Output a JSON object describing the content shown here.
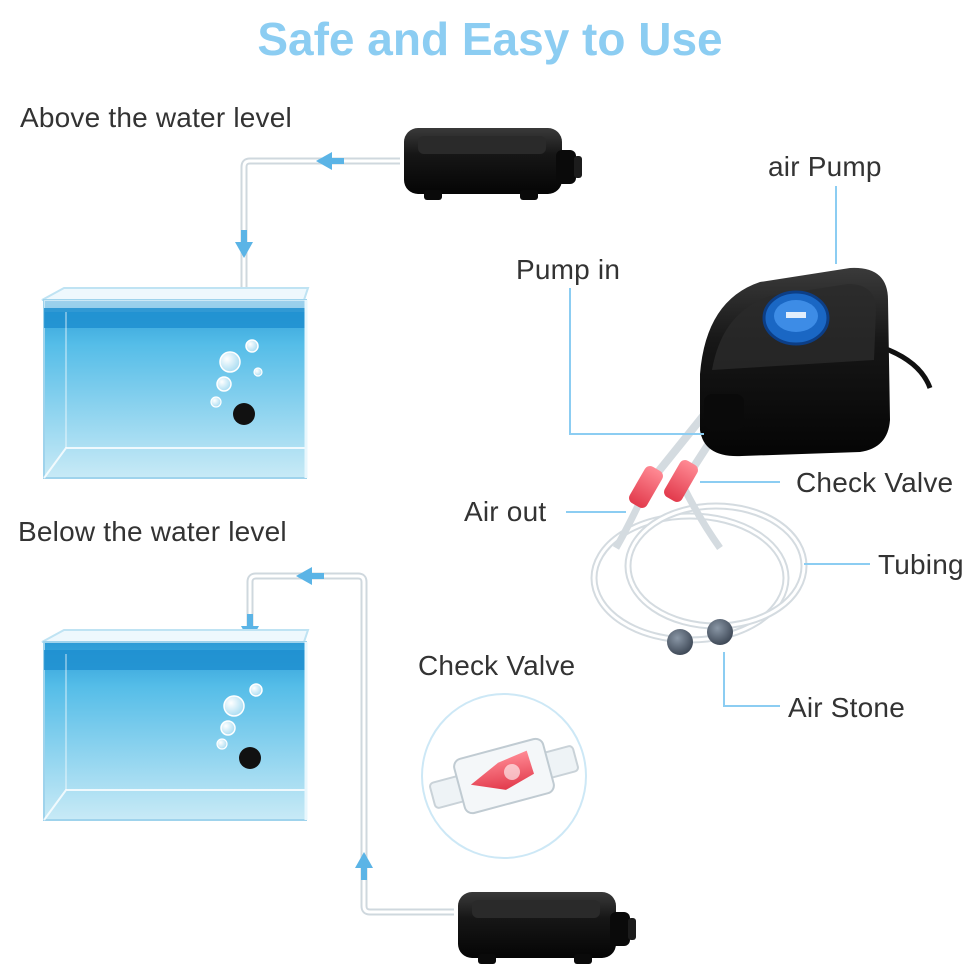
{
  "title": "Safe and Easy to Use",
  "colors": {
    "title": "#8ccdf2",
    "accent_arrow": "#5bb4e6",
    "water_top": "#2a9ad6",
    "water_bottom": "#c8eaf6",
    "pump_body": "#111111",
    "valve_red": "#ee5060",
    "leader_line": "#8ccdf2",
    "label_text": "#333333"
  },
  "scenes": {
    "above": {
      "label": "Above the water level"
    },
    "below": {
      "label": "Below the water level"
    }
  },
  "parts": {
    "air_pump": "air Pump",
    "pump_in": "Pump in",
    "check_valve": "Check Valve",
    "air_out": "Air out",
    "tubing": "Tubing",
    "air_stone": "Air Stone"
  },
  "inset": {
    "label": "Check Valve"
  },
  "icons": {
    "flow_arrow": "arrow-icon",
    "pump": "air-pump-icon",
    "air_stone": "air-stone-icon",
    "check_valve": "check-valve-icon"
  }
}
